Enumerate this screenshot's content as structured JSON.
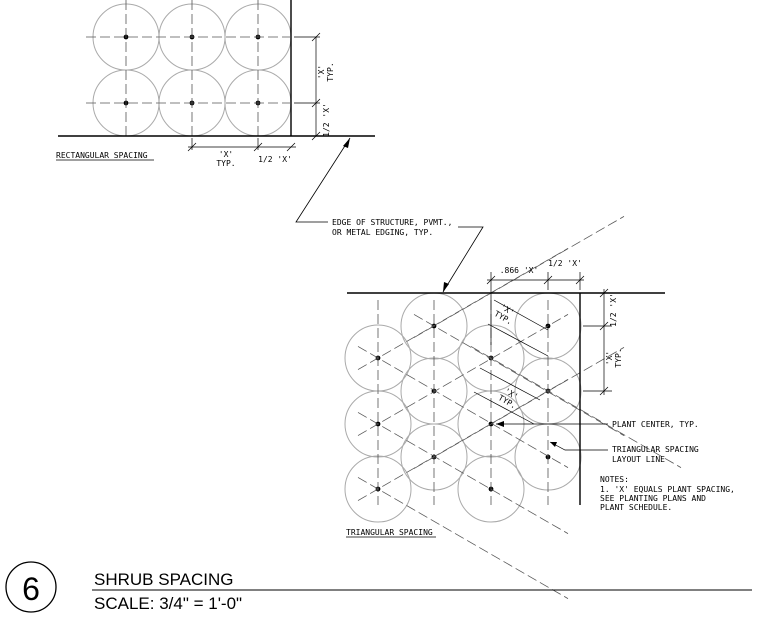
{
  "labels": {
    "rect_title": "RECTANGULAR SPACING",
    "tri_title": "TRIANGULAR SPACING",
    "rect_x_vert": "'X'",
    "rect_typ_vert": "TYP.",
    "rect_half_x_vert": "1/2 'X'",
    "rect_x_horiz": "'X'",
    "rect_typ_horiz": "TYP.",
    "rect_half_x_horiz": "1/2 'X'",
    "edge_line1": "EDGE OF STRUCTURE, PVMT.,",
    "edge_line2": "OR METAL EDGING, TYP.",
    "dim_866": ".866 'X'",
    "dim_half_x_top": "1/2 'X'",
    "dim_half_x_right": "1/2 'X'",
    "dim_x_right": "'X'",
    "dim_typ_right": "TYP.",
    "diag_x_1": "'X'",
    "diag_typ_1": "TYP.",
    "diag_x_2": "'X'",
    "diag_typ_2": "TYP.",
    "plant_center": "PLANT CENTER, TYP.",
    "tri_line1": "TRIANGULAR SPACING",
    "tri_line2": "LAYOUT LINE",
    "notes_title": "NOTES:",
    "notes_line1": "1. 'X' EQUALS PLANT SPACING,",
    "notes_line2": "SEE PLANTING PLANS AND",
    "notes_line3": "PLANT SCHEDULE."
  },
  "title_block": {
    "detail_number": "6",
    "title": "SHRUB SPACING",
    "scale": "SCALE: 3/4\" = 1'-0\""
  }
}
